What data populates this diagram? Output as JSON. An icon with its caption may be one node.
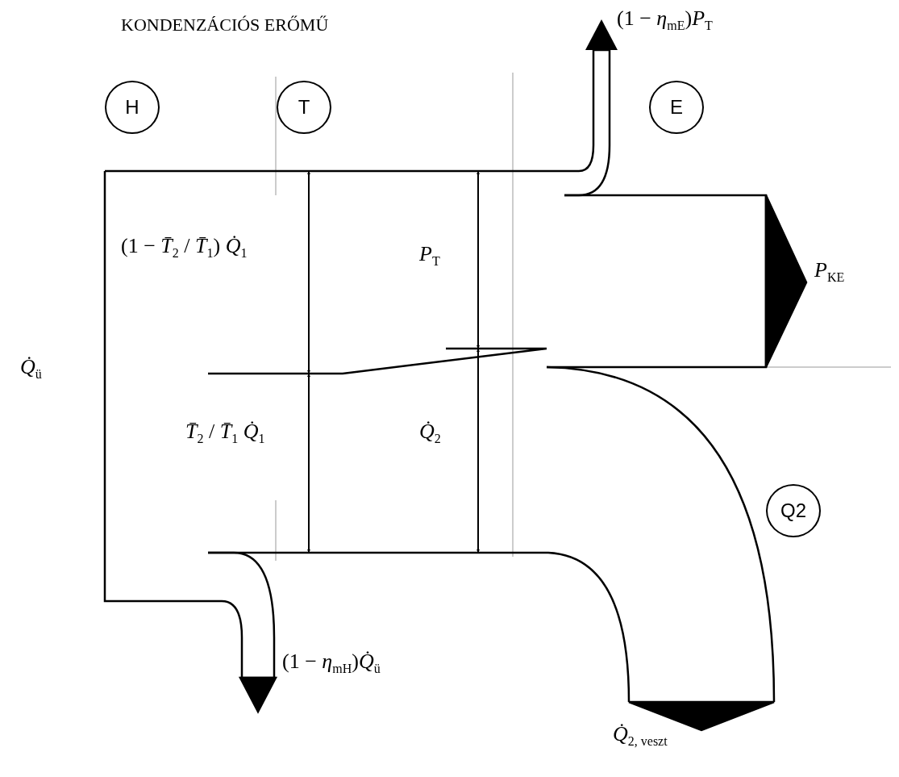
{
  "diagram": {
    "title": "KONDENZÁCIÓS ERŐMŰ",
    "nodes": [
      {
        "text": [
          "H"
        ]
      },
      {
        "text": [
          "T"
        ]
      },
      {
        "text": [
          "E"
        ]
      },
      {
        "text": [
          "Q2"
        ]
      }
    ],
    "labels": [
      "(1 − *η*$_{mE}$)*P*$_{T}$",
      "*Q̇*$_{ü}$",
      "(1 − *T̄*$_{2}$ / *T̄*$_{1}$) *Q̇*$_{1}$",
      "*P*$_{T}$",
      "*P*$_{KE}$",
      "*T̄*$_{2}$ / *T̄*$_{1}$ *Q̇*$_{1}$",
      "*Q̇*$_{2}$",
      "(1 − *η*$_{mH}$)*Q̇*$_{ü}$",
      "*Q̇*$_{2, veszt}$"
    ]
  }
}
